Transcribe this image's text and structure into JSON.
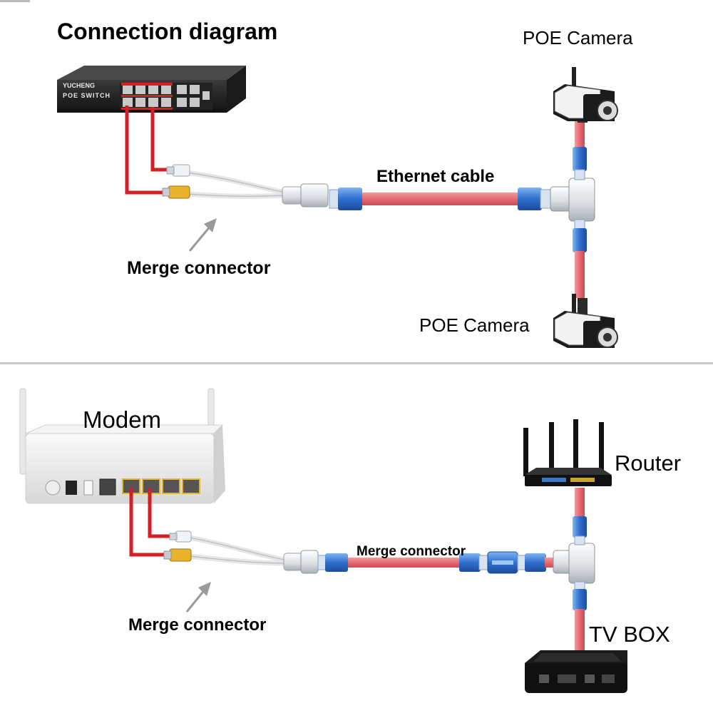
{
  "title": "Connection diagram",
  "top_section": {
    "switch": {
      "brand": "YUCHENG",
      "type": "POE SWITCH"
    },
    "camera_top_label": "POE Camera",
    "camera_bottom_label": "POE Camera",
    "cable_label": "Ethernet cable",
    "merge_label": "Merge connector"
  },
  "bottom_section": {
    "modem_label": "Modem",
    "router_label": "Router",
    "cable_label": "Merge connector",
    "merge_label": "Merge connector",
    "tvbox_label": "TV BOX"
  },
  "colors": {
    "cable": "#ee7a80",
    "wire": "#d41f26",
    "connector": "#3d7fd6"
  }
}
